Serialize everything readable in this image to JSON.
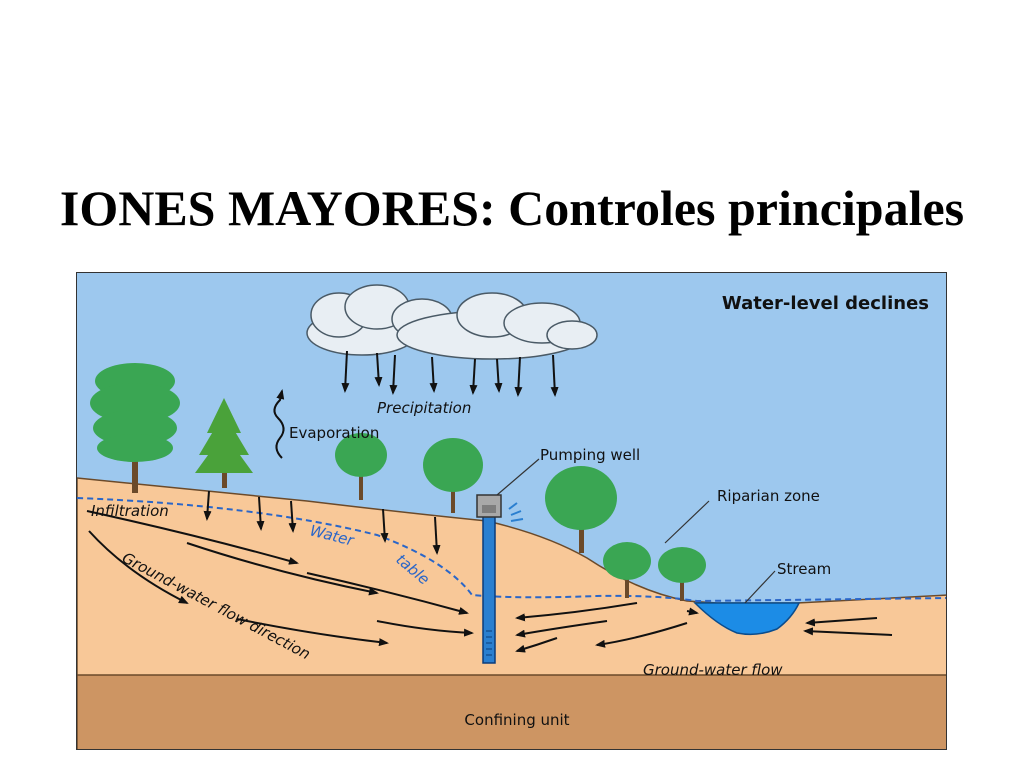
{
  "slide": {
    "title": "IONES MAYORES: Controles principales"
  },
  "diagram": {
    "heading": "Water-level declines",
    "labels": {
      "precipitation": "Precipitation",
      "evaporation": "Evaporation",
      "pumping_well": "Pumping well",
      "riparian_zone": "Riparian zone",
      "stream": "Stream",
      "infiltration": "Infiltration",
      "water": "Water",
      "table": "table",
      "ground_water_flow_direction": "Ground-water flow direction",
      "ground_water_flow": "Ground-water flow",
      "confining_unit": "Confining unit"
    },
    "colors": {
      "sky": "#9dc8ee",
      "aquifer": "#f8c898",
      "confining": "#cd9563",
      "stream": "#1c8ce6",
      "tree": "#3aa653",
      "well": "#2a7fd0",
      "water_table": "#2a66c8"
    }
  }
}
